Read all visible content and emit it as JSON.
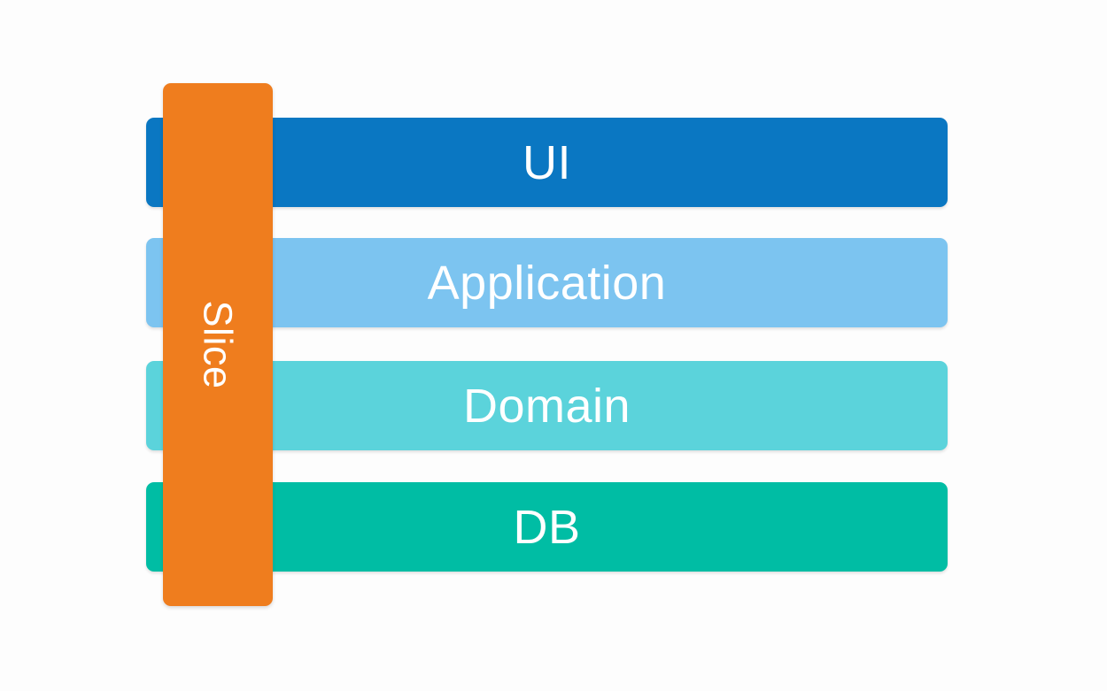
{
  "diagram": {
    "title": "layered-architecture-with-vertical-slice",
    "background_color": "#fdfdfd",
    "text_color": "#ffffff",
    "layers": [
      {
        "label": "UI",
        "color": "#0a77c2"
      },
      {
        "label": "Application",
        "color": "#7cc4f0"
      },
      {
        "label": "Domain",
        "color": "#5bd3db"
      },
      {
        "label": "DB",
        "color": "#00bda4"
      }
    ],
    "slice": {
      "label": "Slice",
      "color": "#ef7d1e",
      "text_rotation_deg": 90
    }
  }
}
